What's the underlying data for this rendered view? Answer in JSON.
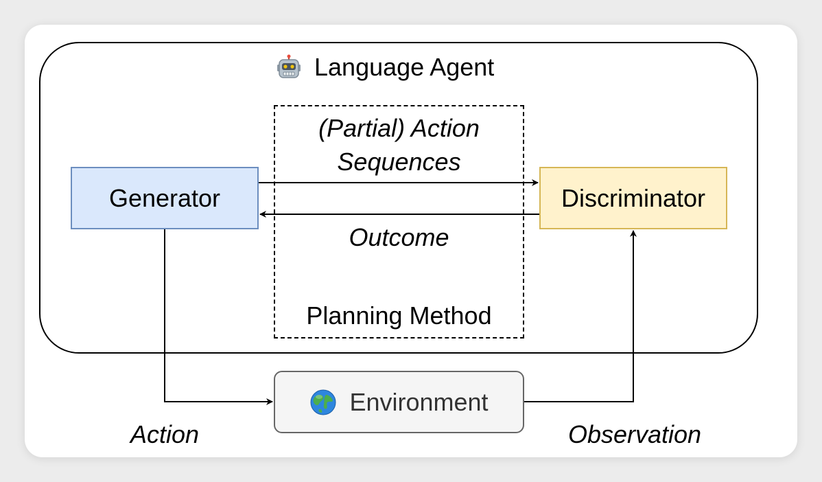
{
  "diagram": {
    "agent_label": "Language Agent",
    "agent_icon": "robot-icon",
    "generator_label": "Generator",
    "discriminator_label": "Discriminator",
    "environment_label": "Environment",
    "environment_icon": "globe-icon",
    "planning_label": "Planning Method",
    "action_sequences_line1": "(Partial) Action",
    "action_sequences_line2": "Sequences",
    "outcome_label": "Outcome",
    "action_label": "Action",
    "observation_label": "Observation",
    "colors": {
      "generator_fill": "#dae8fc",
      "generator_stroke": "#6c8ebf",
      "discriminator_fill": "#fff2cc",
      "discriminator_stroke": "#d6b656",
      "environment_fill": "#f5f5f5",
      "environment_stroke": "#666666"
    }
  }
}
